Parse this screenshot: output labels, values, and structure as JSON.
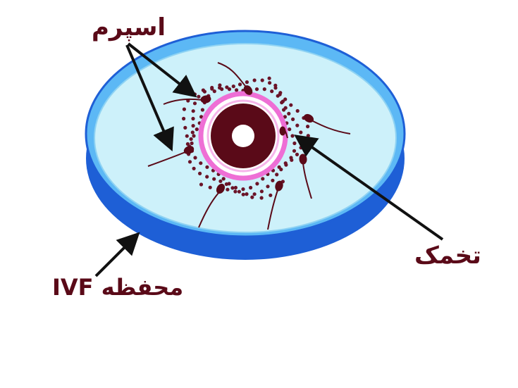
{
  "labels": {
    "sperm": "اسپرم",
    "egg": "تخمک",
    "dish": "محفظه IVF"
  },
  "colors": {
    "dish_rim_dark": "#1e5fd6",
    "dish_rim_light": "#5cb8f5",
    "dish_inner": "#cdf1fa",
    "egg_outer_ring": "#ee6fd5",
    "egg_body": "#5a0a18",
    "label_text": "#5a0a18",
    "arrow": "#111111"
  }
}
